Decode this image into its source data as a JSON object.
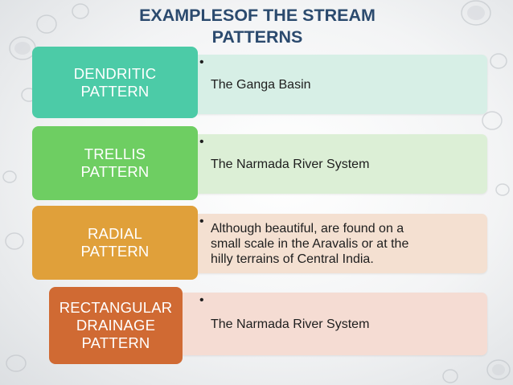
{
  "title": {
    "line1": "EXAMPLESOF THE STREAM",
    "line2": "PATTERNS"
  },
  "colors": {
    "title": "#2b4a6e",
    "dendritic": "#4ccba7",
    "trellis": "#6ece62",
    "radial": "#e0a03a",
    "rectangular": "#d06a33",
    "dendritic_bar": "#d7efe6",
    "trellis_bar": "#dcefd6",
    "radial_bar": "#f4e0d1",
    "rectangular_bar": "#f5dcd3"
  },
  "rows": [
    {
      "label_lines": [
        "DENDRITIC",
        "PATTERN"
      ],
      "bullet": "•",
      "lines": [
        "The Ganga Basin"
      ]
    },
    {
      "label_lines": [
        "TRELLIS",
        "PATTERN"
      ],
      "bullet": "•",
      "lines": [
        "The Narmada River System"
      ]
    },
    {
      "label_lines": [
        "RADIAL",
        "PATTERN"
      ],
      "bullet": "•",
      "lines": [
        "Although beautiful, are found on a",
        "small scale in the Aravalis or at the",
        "hilly terrains of Central India."
      ]
    },
    {
      "label_lines": [
        "RECTANGULAR",
        "DRAINAGE",
        "PATTERN"
      ],
      "bullet": "•",
      "lines": [
        "The Narmada River System"
      ]
    }
  ]
}
